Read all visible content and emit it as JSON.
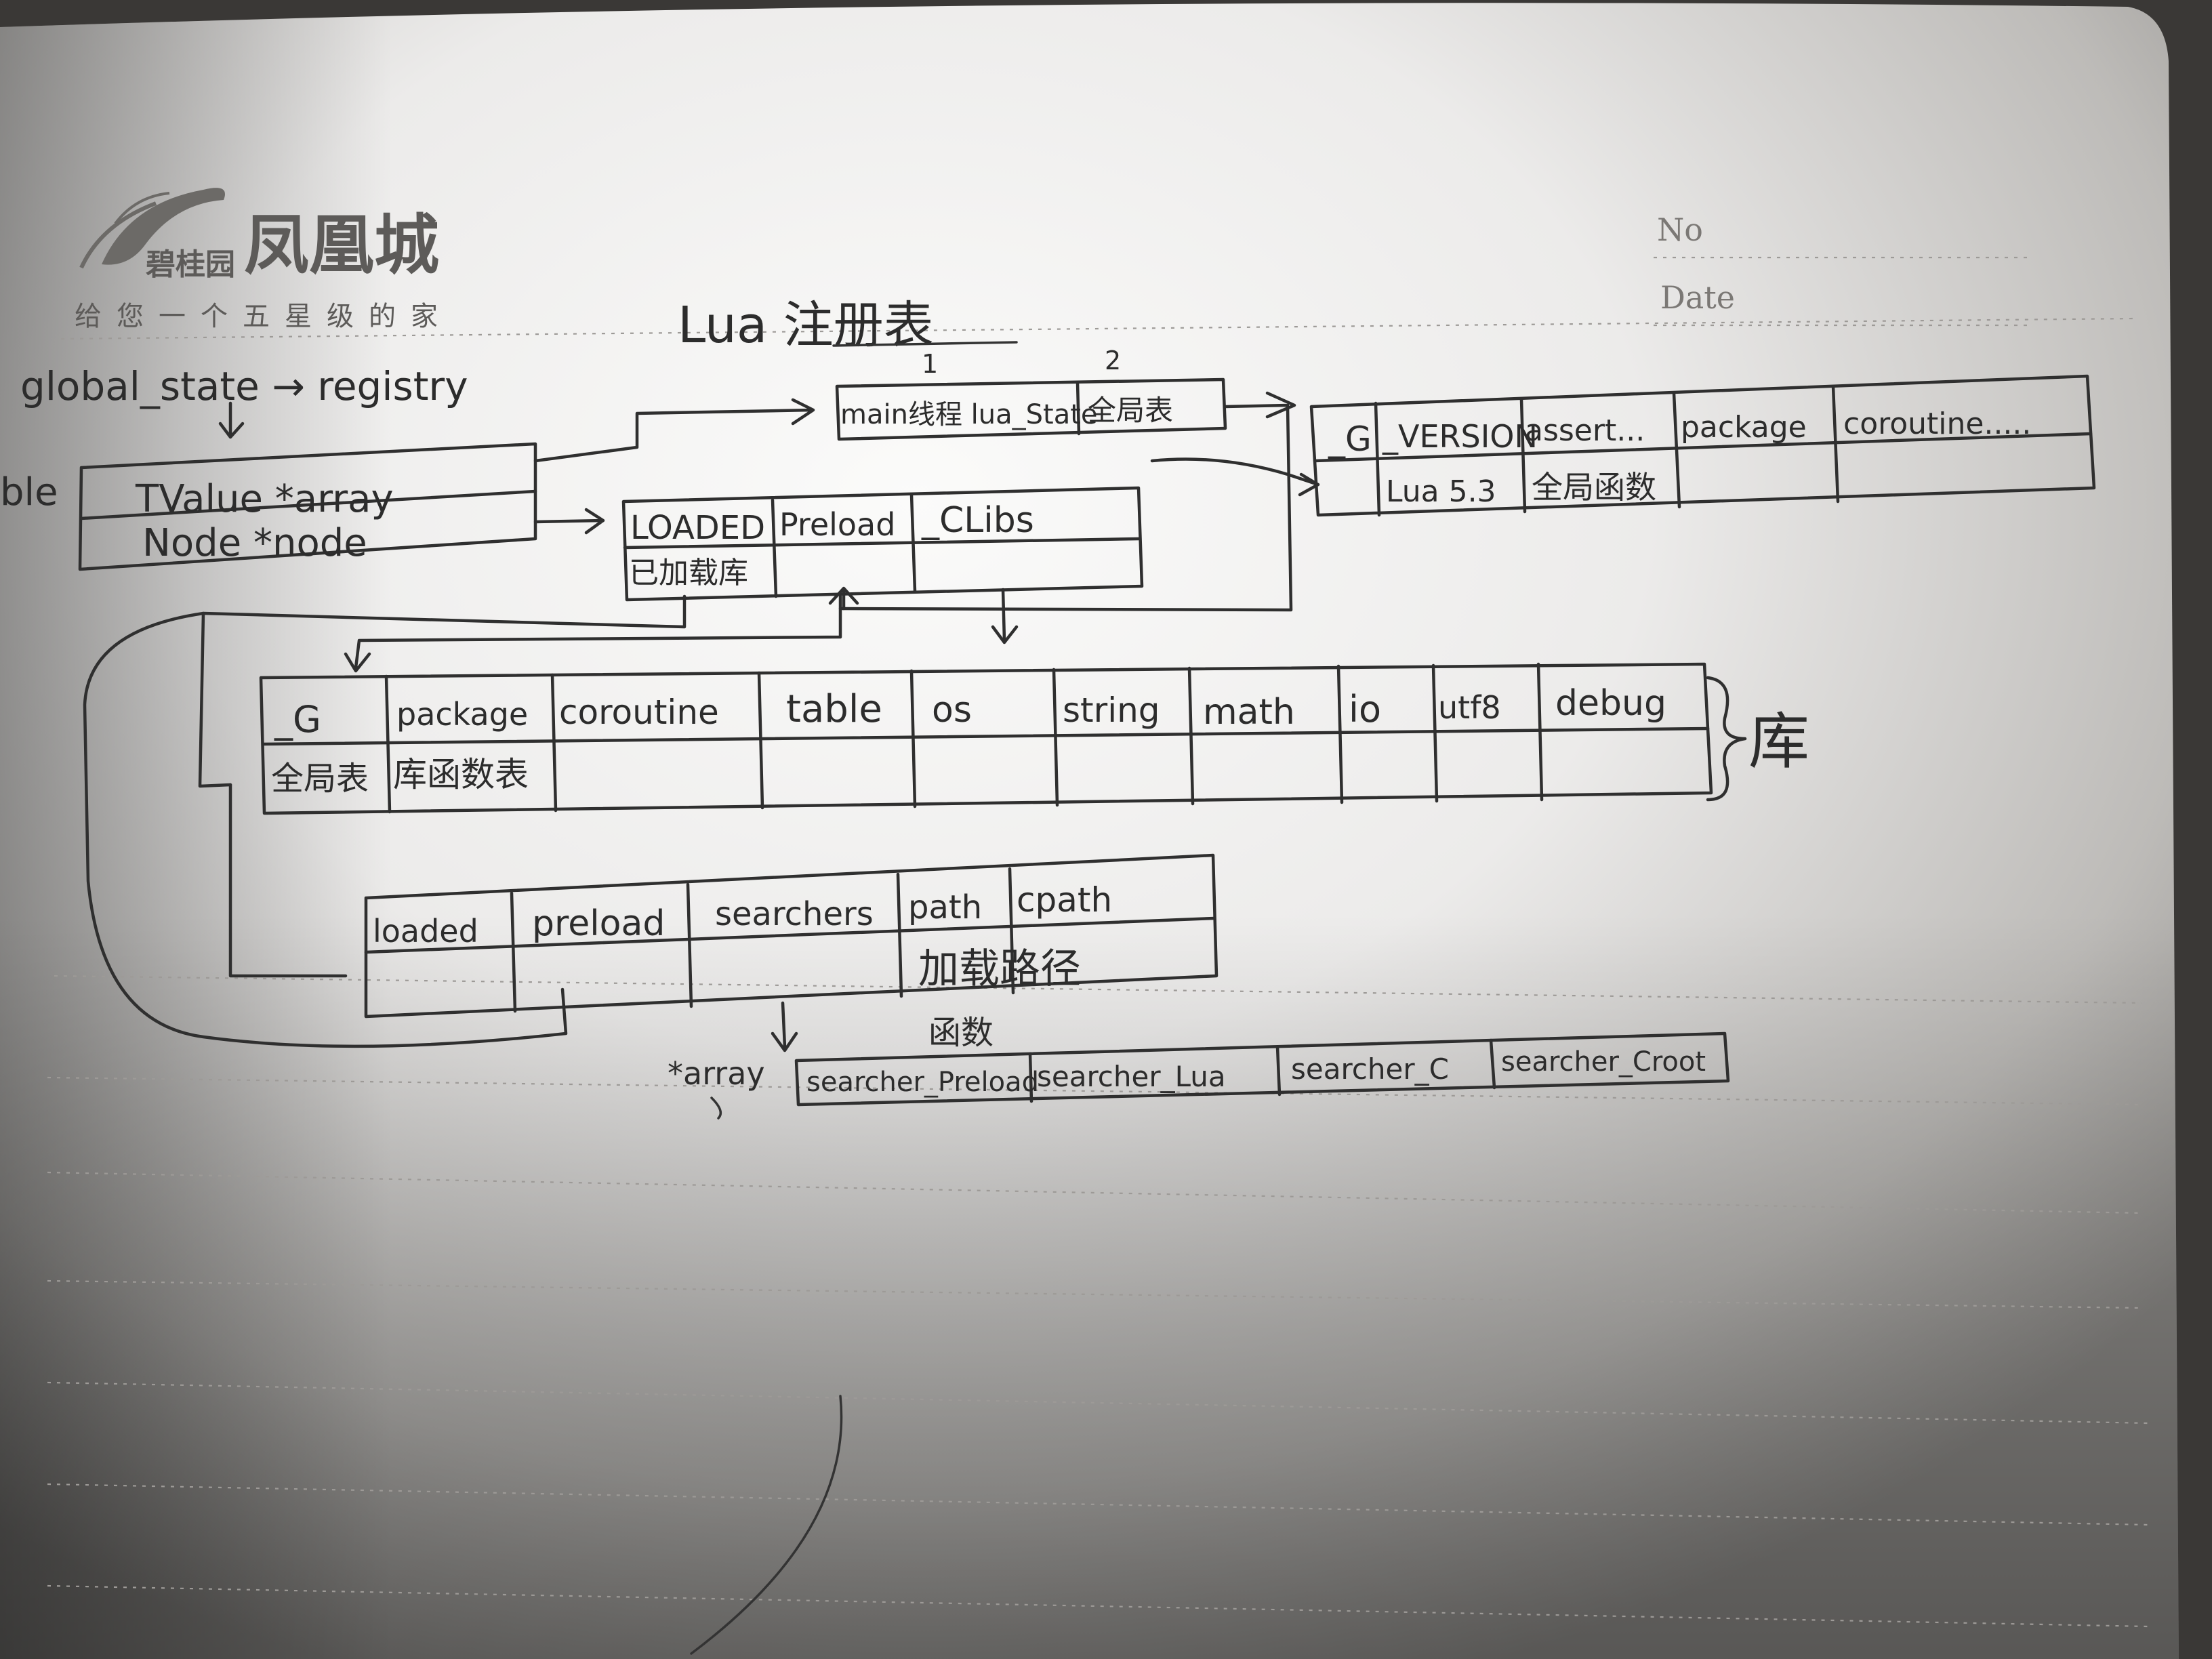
{
  "notebook": {
    "brand_small": "碧桂园",
    "brand_large": "凤凰城",
    "slogan": "给您一个五星级的家",
    "no_label": "No",
    "date_label": "Date"
  },
  "diagram": {
    "title": "Lua 注册表",
    "state_label": "global_state → registry",
    "table_side_label": "ble",
    "tvalue_array": "TValue  *array",
    "node_node": "Node  *node",
    "index_one": "1",
    "index_two": "2",
    "registry_array": {
      "cells": [
        "main线程 lua_State",
        "全局表"
      ]
    },
    "loaded_table": {
      "headers": [
        "LOADED",
        "Preload",
        "_CLibs"
      ],
      "note": "已加载库"
    },
    "globals_table": {
      "headers": [
        "_G",
        "_VERSION",
        "assert...",
        "package",
        "coroutine....."
      ],
      "values": [
        "",
        "Lua 5.3",
        "全局函数",
        "",
        ""
      ]
    },
    "libs_table": {
      "headers": [
        "_G",
        "package",
        "coroutine",
        "table",
        "os",
        "string",
        "math",
        "io",
        "utf8",
        "debug"
      ],
      "notes": [
        "全局表",
        "库函数表"
      ],
      "brace_label": "库"
    },
    "package_table": {
      "headers": [
        "loaded",
        "preload",
        "searchers",
        "path",
        "cpath"
      ],
      "note": "加载路径"
    },
    "searchers_label": "函数",
    "array_label": "*array",
    "searchers_array": [
      "searcher_Preload",
      "searcher_Lua",
      "searcher_C",
      "searcher_Croot"
    ]
  }
}
